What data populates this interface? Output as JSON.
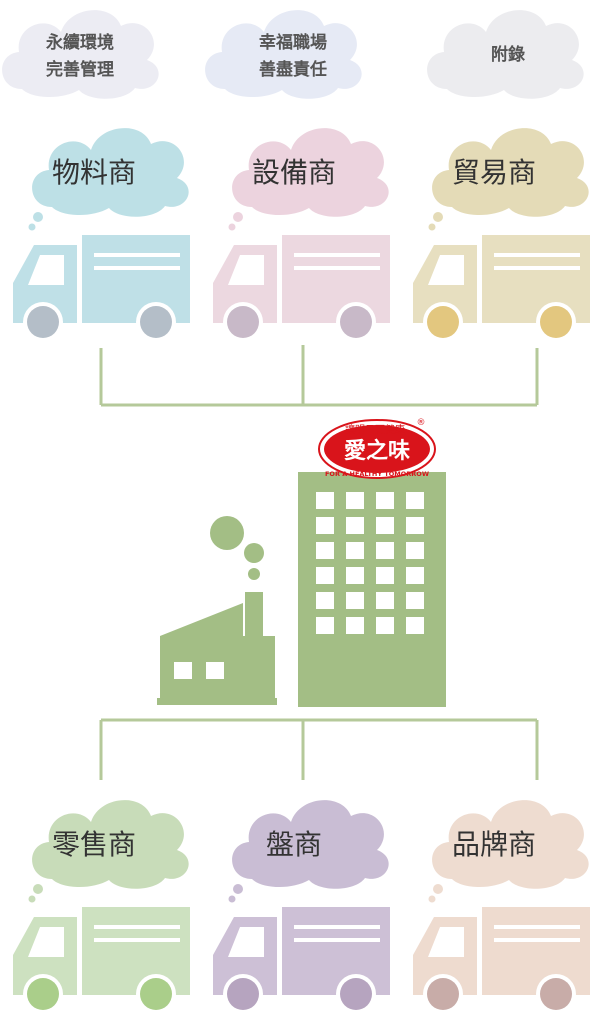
{
  "nav": [
    {
      "id": "sustainability",
      "lines": [
        "永續環境",
        "完善管理"
      ],
      "color": "#ececf3"
    },
    {
      "id": "happy-workplace",
      "lines": [
        "幸福職場",
        "善盡責任"
      ],
      "color": "#e6eaf5"
    },
    {
      "id": "appendix",
      "lines": [
        "附錄"
      ],
      "color": "#ececef"
    }
  ],
  "suppliers": [
    {
      "id": "materials",
      "label": "物料商",
      "cloud": "#bde0e6",
      "body": "#bfe0e7",
      "wheel": "#b4bec8"
    },
    {
      "id": "equipment",
      "label": "設備商",
      "cloud": "#ecd3de",
      "body": "#ecd8e0",
      "wheel": "#c8b9c8"
    },
    {
      "id": "trading",
      "label": "貿易商",
      "cloud": "#e4dbb7",
      "body": "#e7dfc0",
      "wheel": "#e3c77f"
    }
  ],
  "customers": [
    {
      "id": "retailers",
      "label": "零售商",
      "cloud": "#c8dcb9",
      "body": "#cde1c0",
      "wheel": "#aace8a"
    },
    {
      "id": "distributors",
      "label": "盤商",
      "cloud": "#c9bdd4",
      "body": "#cdc0d6",
      "wheel": "#b6a4bf"
    },
    {
      "id": "brand-owners",
      "label": "品牌商",
      "cloud": "#eedcd0",
      "body": "#eedbcf",
      "wheel": "#c8aca8"
    }
  ],
  "logo": {
    "slogan": "讓明日更健康",
    "registered": "®",
    "brand": "愛之味",
    "tagline": "FOR A HEALTHY TOMORROW"
  },
  "colors": {
    "green": "#a3be85",
    "line": "#b5c99a",
    "logo_red": "#d9141b"
  }
}
